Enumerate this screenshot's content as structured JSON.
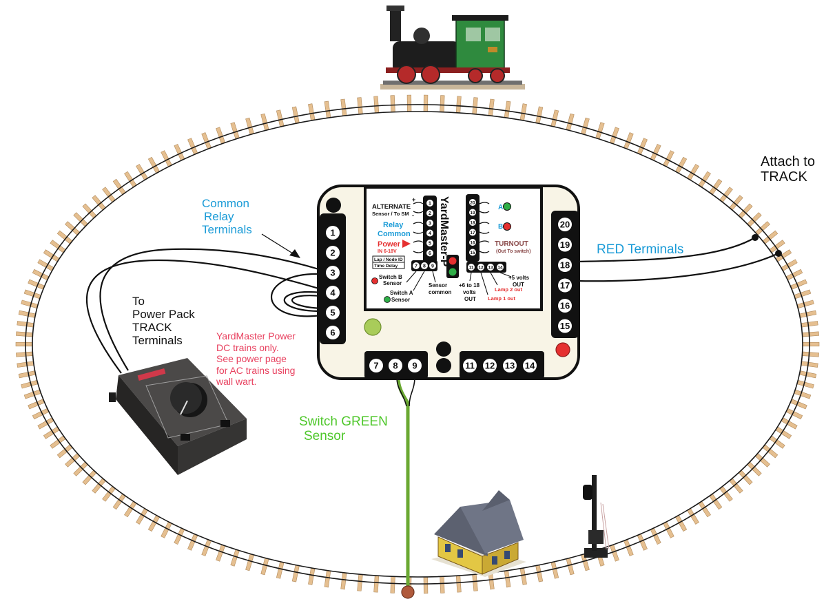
{
  "labels": {
    "attach_track_1": "Attach to",
    "attach_track_2": "TRACK",
    "common_relay_1": "Common",
    "common_relay_2": "Relay",
    "common_relay_3": "Terminals",
    "red_terminals": "RED Terminals",
    "power_pack_1": "To",
    "power_pack_2": "Power Pack",
    "power_pack_3": "TRACK",
    "power_pack_4": "Terminals",
    "power_note_1": "YardMaster Power",
    "power_note_2": "DC trains only.",
    "power_note_3": "See power page",
    "power_note_4": "for AC trains using",
    "power_note_5": "wall wart.",
    "switch_green_1": "Switch GREEN",
    "switch_green_2": "Sensor"
  },
  "module": {
    "title": "YardMaster-P",
    "left_terminals": [
      "1",
      "2",
      "3",
      "4",
      "5",
      "6"
    ],
    "right_terminals": [
      "20",
      "19",
      "18",
      "17",
      "16",
      "15"
    ],
    "bottom_left_terminals": [
      "7",
      "8",
      "9"
    ],
    "bottom_right_terminals": [
      "11",
      "12",
      "13",
      "14"
    ],
    "panel": {
      "alternate": "ALTERNATE",
      "alternate_sub": "Sensor / To SM",
      "plus": "+",
      "minus": "-",
      "relay": "Relay",
      "common": "Common",
      "power": "Power",
      "power_sub": "IN 6-18V",
      "lap": "Lap / Node ID",
      "time_delay": "Time Delay",
      "left_pins": [
        "1",
        "2",
        "3",
        "4",
        "5",
        "6"
      ],
      "right_pins": [
        "20",
        "19",
        "18",
        "17",
        "16",
        "15"
      ],
      "sensor_pins": [
        "7",
        "8",
        "9"
      ],
      "out_pins": [
        "11",
        "12",
        "13",
        "14"
      ],
      "a": "A",
      "b": "B",
      "turnout": "TURNOUT",
      "turnout_sub": "(Out To switch)",
      "switch_b": "Switch B",
      "switch_b2": "Sensor",
      "switch_a": "Switch A",
      "switch_a2": "Sensor",
      "sensor_common": "Sensor",
      "sensor_common2": "common",
      "volts_in": "+6 to 18",
      "volts_in2": "volts",
      "volts_in3": "OUT",
      "lamp1": "Lamp 1 out",
      "lamp2": "Lamp 2 out",
      "volts5": "+5 volts",
      "volts5b": "OUT"
    }
  },
  "colors": {
    "rail": "#1a1a1a",
    "tie": "#e5bf90",
    "tie_stroke": "#b08a5c",
    "module_body": "#f8f4e6",
    "terminal_strip": "#111111",
    "blue_text": "#1a9bd7",
    "green_text": "#4ec72a",
    "pink_text": "#e8415f",
    "red_led": "#e53030",
    "green_led": "#8fc43c",
    "sensor_wire": "#6aa832",
    "sensor_dot": "#b05a3c"
  },
  "icons": [
    "locomotive-icon",
    "power-pack-icon",
    "station-house-icon",
    "signal-icon"
  ]
}
